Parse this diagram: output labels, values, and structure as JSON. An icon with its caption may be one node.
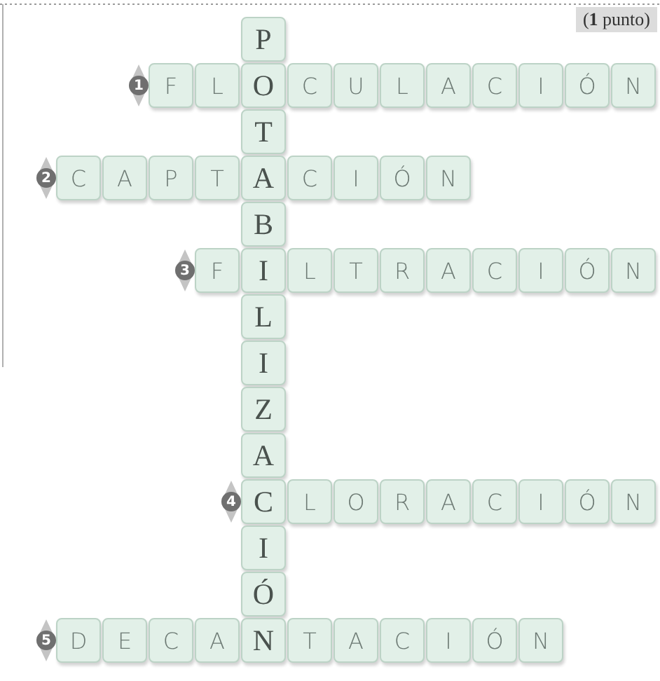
{
  "diagram": {
    "nodes": [
      {
        "text": [
          "P"
        ]
      },
      {
        "text": [
          "1"
        ]
      },
      {
        "text": [
          "F"
        ]
      },
      {
        "text": [
          "L"
        ]
      },
      {
        "text": [
          "O"
        ]
      },
      {
        "text": [
          "C"
        ]
      },
      {
        "text": [
          "U"
        ]
      },
      {
        "text": [
          "L"
        ]
      },
      {
        "text": [
          "A"
        ]
      },
      {
        "text": [
          "C"
        ]
      },
      {
        "text": [
          "I"
        ]
      },
      {
        "text": [
          "Ó"
        ]
      },
      {
        "text": [
          "N"
        ]
      },
      {
        "text": [
          "T"
        ]
      },
      {
        "text": [
          "2"
        ]
      },
      {
        "text": [
          "C"
        ]
      },
      {
        "text": [
          "A"
        ]
      },
      {
        "text": [
          "P"
        ]
      },
      {
        "text": [
          "T"
        ]
      },
      {
        "text": [
          "A"
        ]
      },
      {
        "text": [
          "C"
        ]
      },
      {
        "text": [
          "I"
        ]
      },
      {
        "text": [
          "Ó"
        ]
      },
      {
        "text": [
          "N"
        ]
      },
      {
        "text": [
          "B"
        ]
      },
      {
        "text": [
          "3"
        ]
      },
      {
        "text": [
          "F"
        ]
      },
      {
        "text": [
          "I"
        ]
      },
      {
        "text": [
          "L"
        ]
      },
      {
        "text": [
          "T"
        ]
      },
      {
        "text": [
          "R"
        ]
      },
      {
        "text": [
          "A"
        ]
      },
      {
        "text": [
          "C"
        ]
      },
      {
        "text": [
          "I"
        ]
      },
      {
        "text": [
          "Ó"
        ]
      },
      {
        "text": [
          "N"
        ]
      },
      {
        "text": [
          "L"
        ]
      },
      {
        "text": [
          "I"
        ]
      },
      {
        "text": [
          "Z"
        ]
      },
      {
        "text": [
          "A"
        ]
      },
      {
        "text": [
          "4"
        ]
      },
      {
        "text": [
          "C"
        ]
      },
      {
        "text": [
          "L"
        ]
      },
      {
        "text": [
          "O"
        ]
      },
      {
        "text": [
          "R"
        ]
      },
      {
        "text": [
          "A"
        ]
      },
      {
        "text": [
          "C"
        ]
      },
      {
        "text": [
          "I"
        ]
      },
      {
        "text": [
          "Ó"
        ]
      },
      {
        "text": [
          "N"
        ]
      },
      {
        "text": [
          "I"
        ]
      },
      {
        "text": [
          "Ó"
        ]
      },
      {
        "text": [
          "5"
        ]
      },
      {
        "text": [
          "D"
        ]
      },
      {
        "text": [
          "E"
        ]
      },
      {
        "text": [
          "C"
        ]
      },
      {
        "text": [
          "A"
        ]
      },
      {
        "text": [
          "N"
        ]
      },
      {
        "text": [
          "T"
        ]
      },
      {
        "text": [
          "A"
        ]
      },
      {
        "text": [
          "C"
        ]
      },
      {
        "text": [
          "I"
        ]
      },
      {
        "text": [
          "Ó"
        ]
      },
      {
        "text": [
          "N"
        ]
      }
    ],
    "labels": [
      "(**1** punto)"
    ]
  }
}
